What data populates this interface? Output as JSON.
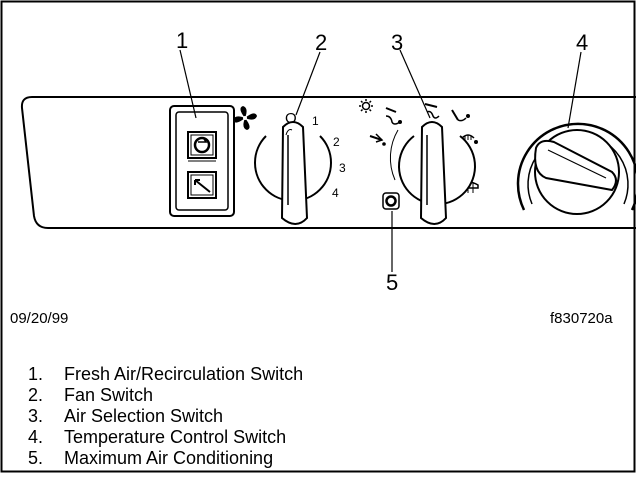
{
  "callouts": {
    "c1": "1",
    "c2": "2",
    "c3": "3",
    "c4": "4",
    "c5": "5"
  },
  "fan_speeds": {
    "off": "O",
    "s1": "1",
    "s2": "2",
    "s3": "3",
    "s4": "4"
  },
  "footer": {
    "date": "09/20/99",
    "figure_id": "f830720a"
  },
  "legend": [
    {
      "num": "1.",
      "text": "Fresh Air/Recirculation Switch"
    },
    {
      "num": "2.",
      "text": "Fan Switch"
    },
    {
      "num": "3.",
      "text": "Air Selection Switch"
    },
    {
      "num": "4.",
      "text": "Temperature Control Switch"
    },
    {
      "num": "5.",
      "text": "Maximum Air Conditioning"
    }
  ],
  "icons": {
    "fan": "fan-icon",
    "recirc": "recirculation-icon",
    "fresh": "fresh-air-icon",
    "defrost": "defrost-icon",
    "max_ac": "max-ac-icon"
  }
}
